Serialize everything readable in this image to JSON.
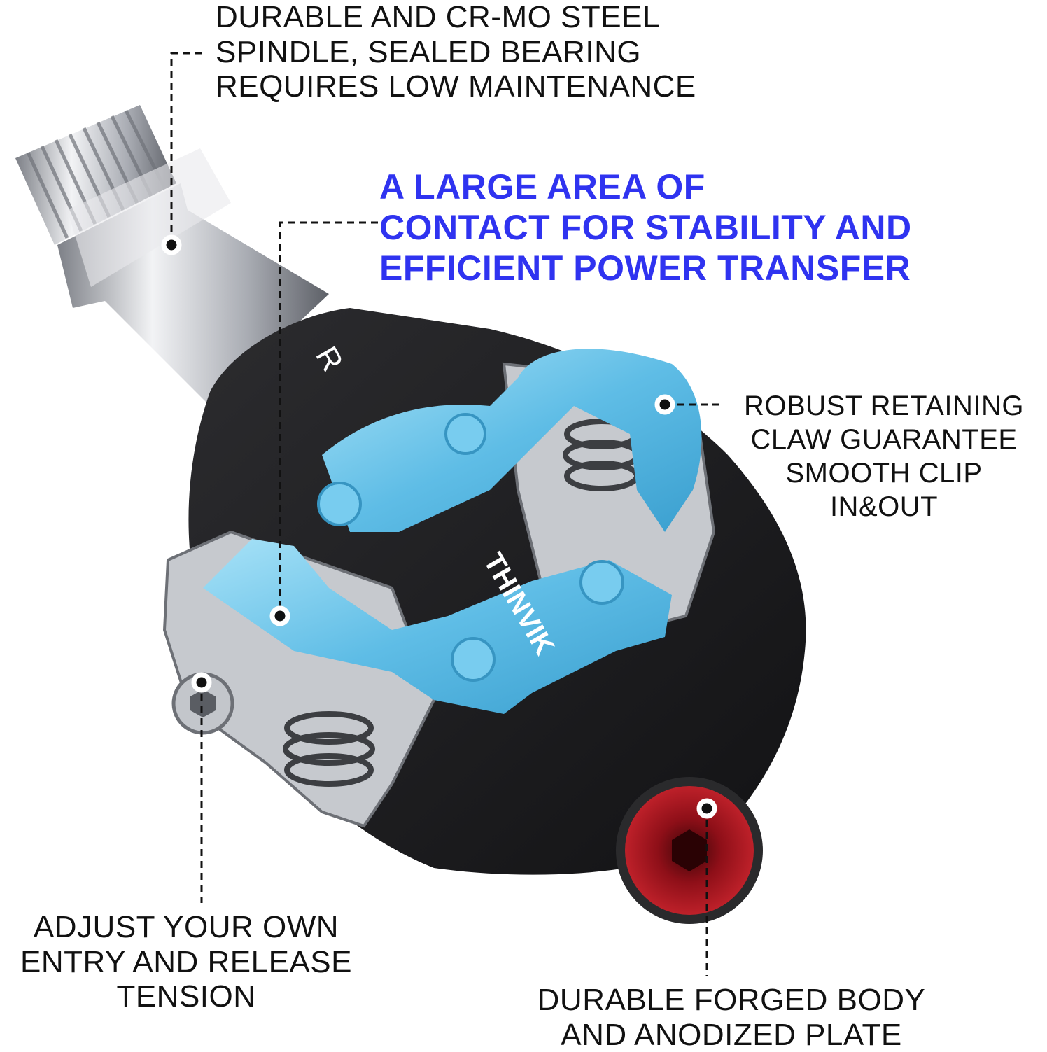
{
  "callouts": {
    "spindle": [
      "DURABLE AND CR-MO STEEL",
      "SPINDLE, SEALED BEARING",
      "REQUIRES LOW MAINTENANCE"
    ],
    "contact": [
      "A LARGE AREA OF",
      "CONTACT FOR STABILITY AND",
      "EFFICIENT POWER TRANSFER"
    ],
    "claw": [
      "ROBUST RETAINING",
      "CLAW GUARANTEE",
      "SMOOTH CLIP",
      "IN&OUT"
    ],
    "tension": [
      "ADJUST YOUR OWN",
      "ENTRY AND RELEASE",
      "TENSION"
    ],
    "body": [
      "DURABLE FORGED BODY",
      "AND ANODIZED PLATE"
    ]
  },
  "product": {
    "brand": "THINVIK",
    "side_mark": "R"
  },
  "colors": {
    "headline": "#2f33f0",
    "accent_plate": "#6ec6ea",
    "body": "#1e1e20",
    "end_cap": "#a3121c",
    "chrome": "#c9ccd1"
  }
}
